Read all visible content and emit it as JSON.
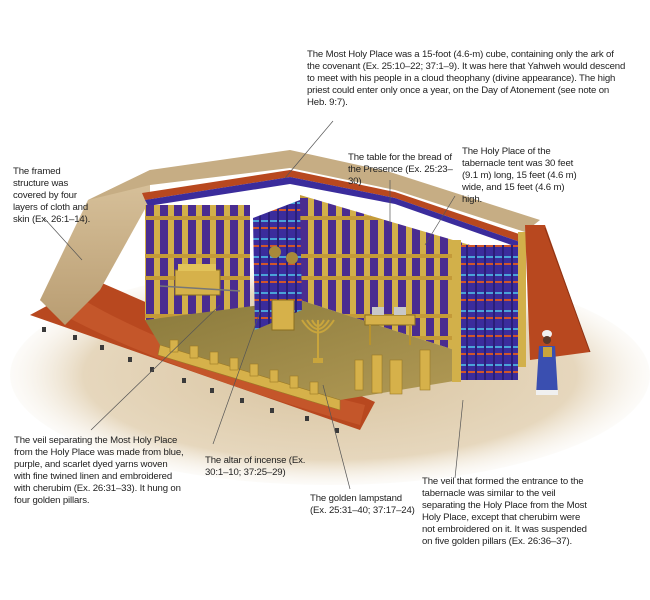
{
  "diagram": {
    "subject": "Tabernacle cutaway illustration",
    "colors": {
      "roof_tan": "#c9b08a",
      "red_skin": "#b84a24",
      "blue_veil": "#3a2a9a",
      "gold": "#c9a53c",
      "ground": "#d8c3a0",
      "text": "#222222",
      "leader_line": "#555555"
    }
  },
  "labels": {
    "most_holy_place": "The Most Holy Place was a 15-foot (4.6-m) cube, containing only the ark of the covenant (Ex. 25:10–22; 37:1–9). It was here that Yahweh would descend to meet with his people in a cloud theophany (divine appearance). The high priest could enter only once a year, on the Day of Atonement (see note on Heb. 9:7).",
    "framed_structure": "The framed structure was covered by four layers of cloth and skin (Ex. 26:1–14).",
    "table_bread": "The table for the bread of the Presence (Ex. 25:23–30)",
    "holy_place": "The Holy Place of the tabernacle tent was 30 feet (9.1 m) long, 15 feet (4.6 m) wide, and 15 feet (4.6 m) high.",
    "veil_separating": "The veil separating the Most Holy Place from the Holy Place was made from blue, purple, and scarlet dyed yarns woven with fine twined linen and embroidered with cherubim (Ex. 26:31–33). It hung on four golden pillars.",
    "altar_incense": "The altar of incense (Ex. 30:1–10; 37:25–29)",
    "golden_lampstand": "The golden lampstand (Ex. 25:31–40; 37:17–24)",
    "entrance_veil": "The veil that formed the entrance to the tabernacle was similar to the veil separating the Holy Place from the Most Holy Place, except that cherubim were not embroidered on it. It was suspended on five golden pillars (Ex. 26:36–37)."
  }
}
